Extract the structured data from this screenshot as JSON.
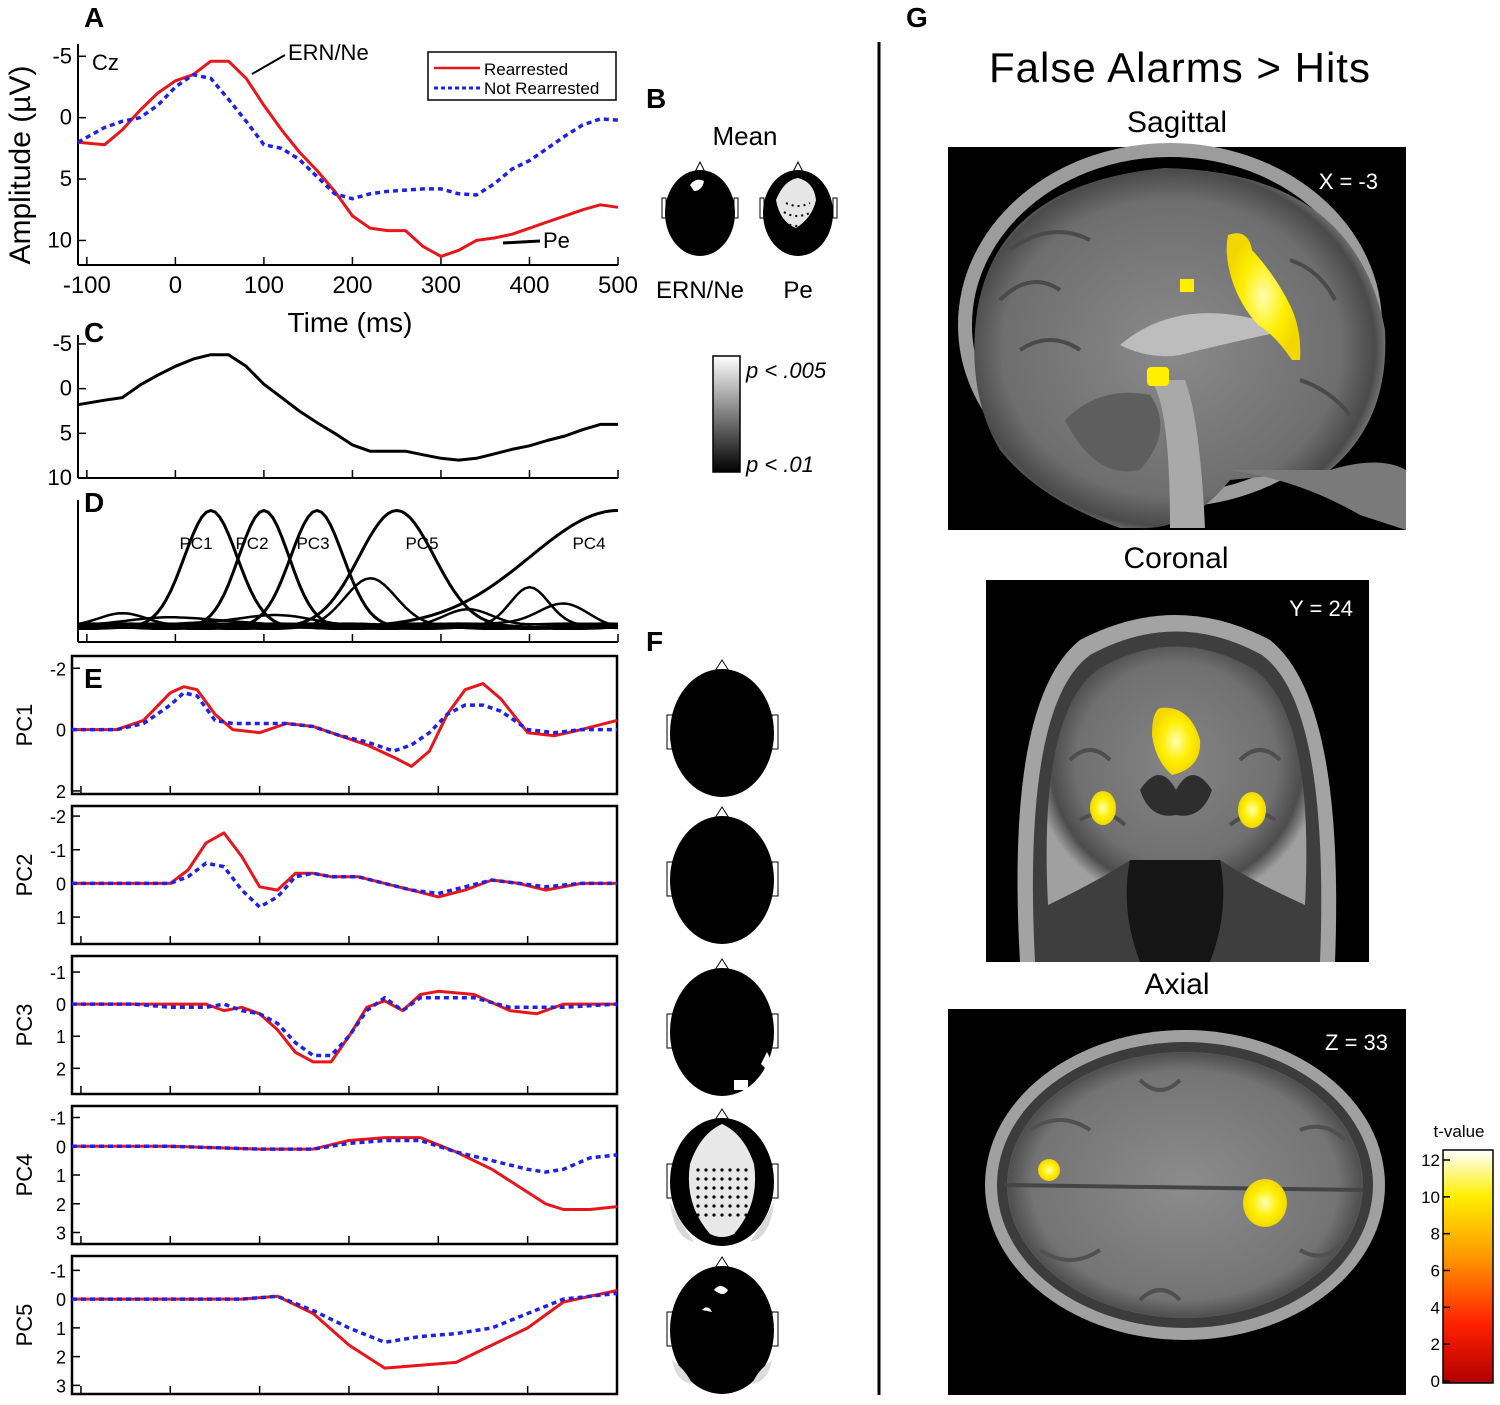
{
  "panels": {
    "a": "A",
    "b": "B",
    "c": "C",
    "d": "D",
    "e": "E",
    "f": "F",
    "g": "G"
  },
  "colors": {
    "rearrested": "#e8161b",
    "not_rearrested": "#1e22e6",
    "black": "#000000",
    "activation": "#ffee00"
  },
  "chart_data": [
    {
      "id": "A",
      "type": "line",
      "electrode": "Cz",
      "xlabel": "Time (ms)",
      "ylabel": "Amplitude (µV)",
      "xlim": [
        -110,
        500
      ],
      "ylim": [
        -6,
        12
      ],
      "y_inverted": true,
      "xticks": [
        -100,
        0,
        100,
        200,
        300,
        400,
        500
      ],
      "yticks": [
        -5,
        0,
        5,
        10
      ],
      "ytick_labels": [
        "-5",
        "0",
        "5",
        "10"
      ],
      "legend": {
        "placement": "top-right",
        "entries": [
          "Rearrested",
          "Not Rearrested"
        ]
      },
      "annotations": [
        "ERN/Ne",
        "Pe"
      ],
      "series": [
        {
          "name": "Rearrested",
          "style": "solid",
          "x": [
            -110,
            -80,
            -60,
            -40,
            -20,
            0,
            20,
            40,
            60,
            80,
            100,
            120,
            140,
            160,
            180,
            200,
            220,
            240,
            260,
            280,
            300,
            320,
            340,
            360,
            380,
            400,
            420,
            440,
            460,
            480,
            500
          ],
          "y": [
            2,
            2.2,
            1,
            -0.6,
            -2,
            -3,
            -3.5,
            -4.6,
            -4.6,
            -3.2,
            -1,
            1,
            2.8,
            4.3,
            6,
            8,
            9,
            9.2,
            9.2,
            10.5,
            11.3,
            10.8,
            10,
            9.8,
            9.5,
            9,
            8.5,
            8,
            7.5,
            7.1,
            7.3
          ]
        },
        {
          "name": "Not Rearrested",
          "style": "dashed",
          "x": [
            -110,
            -80,
            -60,
            -40,
            -20,
            0,
            20,
            40,
            60,
            80,
            100,
            120,
            140,
            160,
            180,
            200,
            220,
            240,
            260,
            280,
            300,
            320,
            340,
            360,
            380,
            400,
            420,
            440,
            460,
            480,
            500
          ],
          "y": [
            2,
            0.8,
            0.3,
            0,
            -1,
            -2.5,
            -3.5,
            -3.2,
            -1.5,
            0.3,
            2.2,
            2.5,
            3.4,
            4.8,
            6.2,
            6.6,
            6.2,
            6,
            5.9,
            5.8,
            5.8,
            6.2,
            6.3,
            5.4,
            4.2,
            3.5,
            2.5,
            1.5,
            0.6,
            0.1,
            0.2
          ]
        }
      ]
    },
    {
      "id": "C",
      "type": "line",
      "xlim": [
        -110,
        500
      ],
      "ylim": [
        -6,
        10
      ],
      "y_inverted": true,
      "yticks": [
        -5,
        0,
        5,
        10
      ],
      "ytick_labels": [
        "-5",
        "0",
        "5",
        "10"
      ],
      "series": [
        {
          "name": "",
          "style": "solid",
          "x": [
            -110,
            -80,
            -60,
            -40,
            -20,
            0,
            20,
            40,
            60,
            80,
            100,
            120,
            140,
            160,
            180,
            200,
            220,
            240,
            260,
            280,
            300,
            320,
            340,
            360,
            380,
            400,
            420,
            440,
            460,
            480,
            500
          ],
          "y": [
            1.8,
            1.3,
            1,
            -0.4,
            -1.5,
            -2.5,
            -3.3,
            -3.8,
            -3.8,
            -2.5,
            -0.5,
            1,
            2.5,
            3.8,
            5,
            6.3,
            7,
            7,
            7,
            7.4,
            7.8,
            8,
            7.8,
            7.3,
            6.8,
            6.4,
            5.8,
            5.3,
            4.6,
            4,
            4
          ]
        }
      ]
    },
    {
      "id": "D",
      "type": "line",
      "ylim": [
        0,
        1
      ],
      "xlim": [
        -110,
        500
      ],
      "component_labels": [
        "PC1",
        "PC2",
        "PC3",
        "PC5",
        "PC4"
      ],
      "series": [
        {
          "name": "PC1",
          "peak": 40,
          "width": 42
        },
        {
          "name": "PC2",
          "peak": 100,
          "width": 40
        },
        {
          "name": "PC3",
          "peak": 160,
          "width": 42
        },
        {
          "name": "PC5",
          "peak": 250,
          "width": 60
        },
        {
          "name": "PC4",
          "peak": 500,
          "width": 140
        }
      ]
    },
    {
      "id": "E",
      "type": "line",
      "panels": [
        {
          "ylabel": "PC1",
          "ylim": [
            -2.4,
            2.1
          ],
          "yticks": [
            -2,
            0,
            2
          ],
          "ytick_labels": [
            "-2",
            "0",
            "2"
          ],
          "rearrested": {
            "x": [
              -110,
              -60,
              -30,
              0,
              15,
              30,
              50,
              70,
              100,
              130,
              160,
              190,
              220,
              250,
              270,
              290,
              310,
              330,
              350,
              370,
              400,
              430,
              460,
              500
            ],
            "y": [
              0,
              0,
              -0.3,
              -1.2,
              -1.4,
              -1.3,
              -0.5,
              0,
              0.1,
              -0.2,
              -0.1,
              0.2,
              0.5,
              0.9,
              1.2,
              0.7,
              -0.5,
              -1.3,
              -1.5,
              -1,
              0.1,
              0.2,
              0,
              -0.3
            ]
          },
          "not_rearrested": {
            "x": [
              -110,
              -60,
              -30,
              0,
              15,
              30,
              50,
              70,
              100,
              130,
              160,
              190,
              220,
              250,
              270,
              290,
              310,
              330,
              350,
              370,
              400,
              430,
              460,
              500
            ],
            "y": [
              0,
              0,
              -0.2,
              -0.8,
              -1.2,
              -1.1,
              -0.3,
              -0.2,
              -0.2,
              -0.2,
              -0.1,
              0.2,
              0.4,
              0.7,
              0.5,
              0.1,
              -0.5,
              -0.8,
              -0.8,
              -0.6,
              0,
              0.1,
              0,
              0
            ]
          }
        },
        {
          "ylabel": "PC2",
          "ylim": [
            -2.3,
            1.8
          ],
          "yticks": [
            -2,
            -1,
            0,
            1
          ],
          "ytick_labels": [
            "-2",
            "-1",
            "0",
            "1"
          ],
          "rearrested": {
            "x": [
              -110,
              -40,
              0,
              20,
              40,
              60,
              80,
              100,
              120,
              140,
              160,
              180,
              210,
              240,
              270,
              300,
              330,
              360,
              390,
              420,
              460,
              500
            ],
            "y": [
              0,
              0,
              0,
              -0.4,
              -1.2,
              -1.5,
              -0.8,
              0.1,
              0.2,
              -0.3,
              -0.3,
              -0.2,
              -0.2,
              0,
              0.2,
              0.4,
              0.2,
              -0.1,
              0,
              0.2,
              0,
              0
            ]
          },
          "not_rearrested": {
            "x": [
              -110,
              -40,
              0,
              20,
              40,
              60,
              80,
              100,
              120,
              140,
              160,
              180,
              210,
              240,
              270,
              300,
              330,
              360,
              390,
              420,
              460,
              500
            ],
            "y": [
              0,
              0,
              0,
              -0.2,
              -0.6,
              -0.5,
              0.2,
              0.7,
              0.4,
              -0.2,
              -0.3,
              -0.2,
              -0.2,
              0,
              0.2,
              0.3,
              0.1,
              -0.1,
              0,
              0.1,
              0,
              0
            ]
          }
        },
        {
          "ylabel": "PC3",
          "ylim": [
            -1.5,
            2.8
          ],
          "yticks": [
            -1,
            0,
            1,
            2
          ],
          "ytick_labels": [
            "-1",
            "0",
            "1",
            "2"
          ],
          "rearrested": {
            "x": [
              -110,
              -40,
              0,
              40,
              60,
              80,
              100,
              120,
              140,
              160,
              180,
              200,
              220,
              240,
              260,
              280,
              300,
              340,
              380,
              410,
              440,
              500
            ],
            "y": [
              0,
              0,
              0,
              0,
              0.2,
              0.1,
              0.3,
              0.8,
              1.5,
              1.8,
              1.8,
              1,
              0.1,
              -0.1,
              0.2,
              -0.3,
              -0.4,
              -0.3,
              0.2,
              0.3,
              0,
              0
            ]
          },
          "not_rearrested": {
            "x": [
              -110,
              -40,
              0,
              40,
              60,
              80,
              100,
              120,
              140,
              160,
              180,
              200,
              220,
              240,
              260,
              280,
              300,
              340,
              380,
              410,
              440,
              500
            ],
            "y": [
              0,
              0,
              0.1,
              0.1,
              0,
              0.2,
              0.3,
              0.6,
              1.2,
              1.6,
              1.6,
              1,
              0.2,
              -0.2,
              0.2,
              -0.2,
              -0.2,
              -0.2,
              0.1,
              0.1,
              0.1,
              0
            ]
          }
        },
        {
          "ylabel": "PC4",
          "ylim": [
            -1.4,
            3.4
          ],
          "yticks": [
            -1,
            0,
            1,
            2,
            3
          ],
          "ytick_labels": [
            "-1",
            "0",
            "1",
            "2",
            "3"
          ],
          "rearrested": {
            "x": [
              -110,
              0,
              100,
              140,
              160,
              200,
              240,
              280,
              320,
              360,
              400,
              420,
              440,
              470,
              500
            ],
            "y": [
              0,
              0,
              0.1,
              0.1,
              0.1,
              -0.2,
              -0.3,
              -0.3,
              0.2,
              0.8,
              1.6,
              2,
              2.2,
              2.2,
              2.1
            ]
          },
          "not_rearrested": {
            "x": [
              -110,
              0,
              100,
              140,
              160,
              200,
              240,
              280,
              320,
              360,
              400,
              420,
              440,
              470,
              500
            ],
            "y": [
              0,
              0,
              0.1,
              0.1,
              0.1,
              -0.1,
              -0.2,
              -0.2,
              0.2,
              0.5,
              0.8,
              0.9,
              0.8,
              0.4,
              0.3
            ]
          }
        },
        {
          "ylabel": "PC5",
          "ylim": [
            -1.5,
            3.3
          ],
          "yticks": [
            -1,
            0,
            1,
            2,
            3
          ],
          "ytick_labels": [
            "-1",
            "0",
            "1",
            "2",
            "3"
          ],
          "rearrested": {
            "x": [
              -110,
              -40,
              0,
              40,
              80,
              120,
              160,
              200,
              240,
              280,
              320,
              360,
              400,
              440,
              500
            ],
            "y": [
              0,
              0,
              0,
              0,
              0,
              -0.1,
              0.5,
              1.6,
              2.4,
              2.3,
              2.2,
              1.6,
              1,
              0.1,
              -0.3
            ]
          },
          "not_rearrested": {
            "x": [
              -110,
              -40,
              0,
              40,
              80,
              120,
              160,
              200,
              240,
              280,
              320,
              360,
              400,
              440,
              500
            ],
            "y": [
              0,
              0,
              0,
              0,
              0,
              -0.1,
              0.4,
              1,
              1.5,
              1.3,
              1.2,
              1,
              0.5,
              0,
              -0.2
            ]
          }
        }
      ]
    },
    {
      "id": "colorbar-p",
      "type": "heatmap",
      "labels": [
        "p < .005",
        "p < .01"
      ]
    },
    {
      "id": "G",
      "type": "heatmap",
      "title": "False Alarms > Hits",
      "views": [
        {
          "name": "Sagittal",
          "coord": "X = -3"
        },
        {
          "name": "Coronal",
          "coord": "Y = 24"
        },
        {
          "name": "Axial",
          "coord": "Z = 33"
        }
      ],
      "colorbar": {
        "label": "t-value",
        "range": [
          0,
          12
        ],
        "ticks": [
          "0",
          "2",
          "4",
          "6",
          "8",
          "10",
          "12"
        ]
      }
    }
  ],
  "labels_b": {
    "mean": "Mean",
    "ern": "ERN/Ne",
    "pe": "Pe"
  }
}
